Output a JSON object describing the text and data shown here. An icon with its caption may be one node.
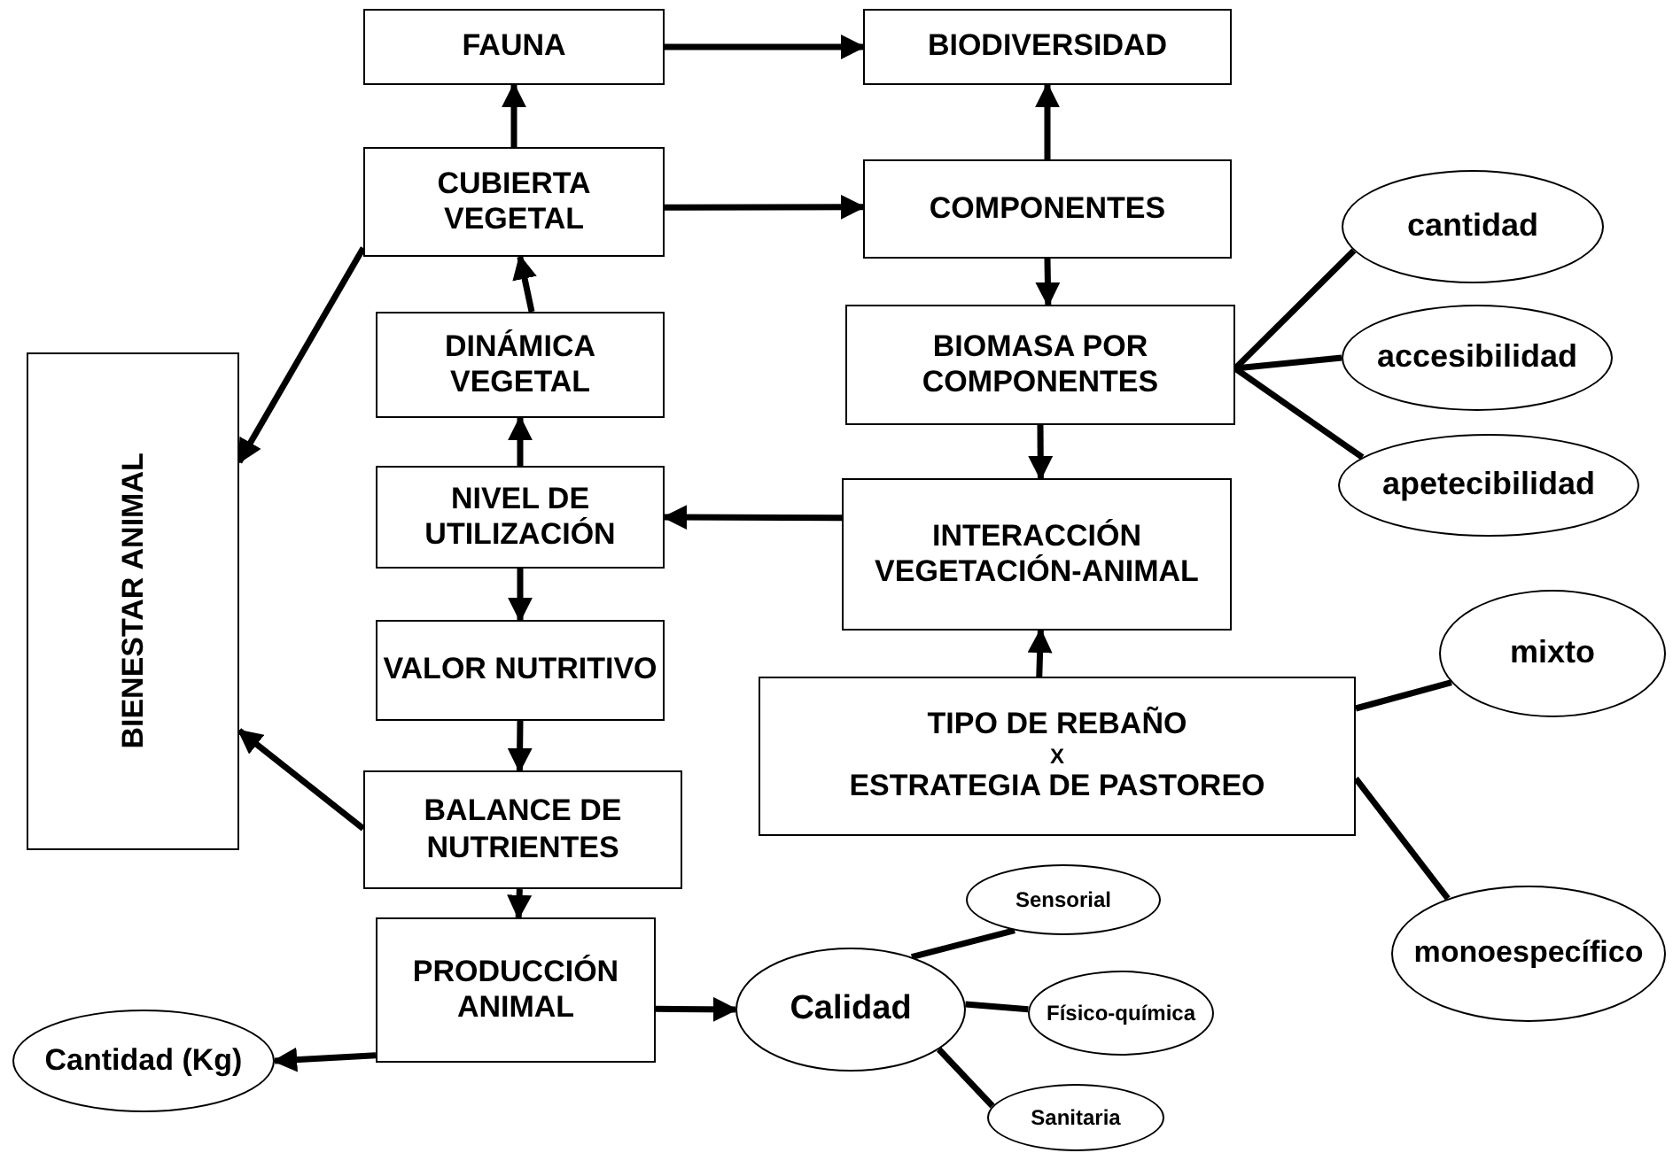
{
  "diagram": {
    "nodes": [
      {
        "text": [
          "FAUNA"
        ]
      },
      {
        "text": [
          "BIODIVERSIDAD"
        ]
      },
      {
        "text": [
          "CUBIERTA VEGETAL"
        ]
      },
      {
        "text": [
          "COMPONENTES"
        ]
      },
      {
        "text": [
          "DINÁMICA VEGETAL"
        ]
      },
      {
        "text": [
          "BIOMASA POR COMPONENTES"
        ]
      },
      {
        "text": [
          "cantidad"
        ]
      },
      {
        "text": [
          "accesibilidad"
        ]
      },
      {
        "text": [
          "apetecibilidad"
        ]
      },
      {
        "text": [
          "BIENESTAR ANIMAL"
        ]
      },
      {
        "text": [
          "NIVEL DE UTILIZACIÓN"
        ]
      },
      {
        "text": [
          "INTERACCIÓN VEGETACIÓN-ANIMAL"
        ]
      },
      {
        "text": [
          "VALOR NUTRITIVO"
        ]
      },
      {
        "text": [
          "TIPO DE REBAÑO",
          "X",
          "ESTRATEGIA DE PASTOREO"
        ]
      },
      {
        "text": [
          "mixto"
        ]
      },
      {
        "text": [
          "monoespecífico"
        ]
      },
      {
        "text": [
          "BALANCE DE NUTRIENTES"
        ]
      },
      {
        "text": [
          "PRODUCCIÓN ANIMAL"
        ]
      },
      {
        "text": [
          "Cantidad (Kg)"
        ]
      },
      {
        "text": [
          "Calidad"
        ]
      },
      {
        "text": [
          "Sensorial"
        ]
      },
      {
        "text": [
          "Físico-química"
        ]
      },
      {
        "text": [
          "Sanitaria"
        ]
      }
    ],
    "edges": [
      {
        "from": 0,
        "to": 1,
        "arrow": "to"
      },
      {
        "from": 2,
        "to": 0,
        "arrow": "to"
      },
      {
        "from": 2,
        "to": 3,
        "arrow": "to"
      },
      {
        "from": 3,
        "to": 1,
        "arrow": "to"
      },
      {
        "from": 3,
        "to": 5,
        "arrow": "to"
      },
      {
        "from": 5,
        "to": 6,
        "arrow": "none"
      },
      {
        "from": 5,
        "to": 7,
        "arrow": "none"
      },
      {
        "from": 5,
        "to": 8,
        "arrow": "none"
      },
      {
        "from": 2,
        "to": 9,
        "arrow": "to"
      },
      {
        "from": 4,
        "to": 2,
        "arrow": "to"
      },
      {
        "from": 10,
        "to": 4,
        "arrow": "to"
      },
      {
        "from": 11,
        "to": 10,
        "arrow": "to"
      },
      {
        "from": 5,
        "to": 11,
        "arrow": "to"
      },
      {
        "from": 10,
        "to": 12,
        "arrow": "to"
      },
      {
        "from": 13,
        "to": 11,
        "arrow": "to"
      },
      {
        "from": 13,
        "to": 14,
        "arrow": "none"
      },
      {
        "from": 13,
        "to": 15,
        "arrow": "none"
      },
      {
        "from": 12,
        "to": 16,
        "arrow": "to"
      },
      {
        "from": 16,
        "to": 9,
        "arrow": "to"
      },
      {
        "from": 16,
        "to": 17,
        "arrow": "to"
      },
      {
        "from": 17,
        "to": 18,
        "arrow": "to"
      },
      {
        "from": 17,
        "to": 19,
        "arrow": "to"
      },
      {
        "from": 19,
        "to": 20,
        "arrow": "none"
      },
      {
        "from": 19,
        "to": 21,
        "arrow": "none"
      },
      {
        "from": 19,
        "to": 22,
        "arrow": "none"
      }
    ]
  }
}
